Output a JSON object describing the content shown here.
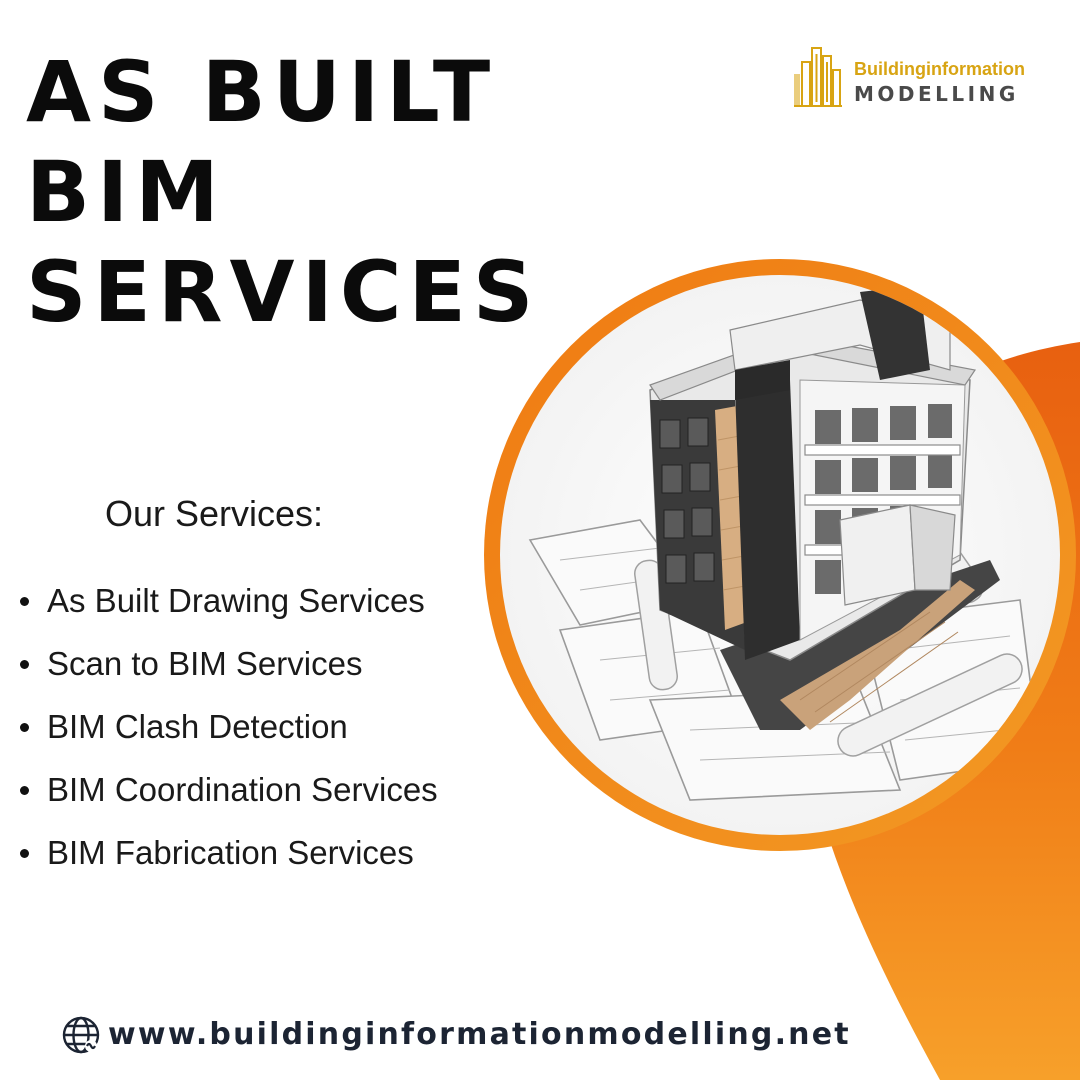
{
  "title": {
    "line1": "AS BUILT",
    "line2": "BIM",
    "line3": "SERVICES"
  },
  "logo": {
    "icon": "building-skyline-icon",
    "text_top": "Buildinginformation",
    "text_bottom": "MODELLING"
  },
  "services": {
    "heading": "Our Services:",
    "items": [
      "As Built Drawing Services",
      "Scan to BIM Services",
      "BIM Clash Detection",
      "BIM Coordination Services",
      "BIM Fabrication Services"
    ]
  },
  "hero_image": {
    "description_icon": "building-model-illustration"
  },
  "footer": {
    "icon": "globe-icon",
    "url": "www.buildinginformationmodelling.net"
  },
  "colors": {
    "accent_orange": "#f28a16",
    "accent_orange_dark": "#e25f0a",
    "logo_gold": "#d8a413",
    "logo_gray": "#4a4a4a",
    "text_dark": "#0b0b0b",
    "footer_text": "#1c2433"
  }
}
